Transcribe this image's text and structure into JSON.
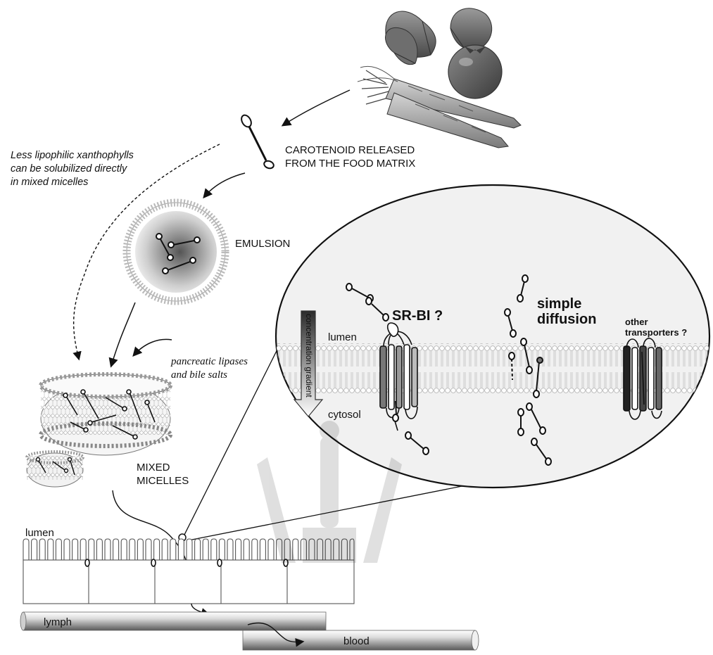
{
  "labels": {
    "carotenoid_released": [
      "CAROTENOID RELEASED",
      "FROM THE FOOD MATRIX"
    ],
    "xanthophyll_note": [
      "Less lipophilic xanthophylls",
      "can be solubilized directly",
      "in mixed micelles"
    ],
    "emulsion": "EMULSION",
    "enzymes": [
      "pancreatic lipases",
      "and bile salts"
    ],
    "mixed_micelles": [
      "MIXED",
      "MICELLES"
    ],
    "sr_bi": "SR-BI ?",
    "simple_diffusion": [
      "simple",
      "diffusion"
    ],
    "other_transporters": [
      "other",
      "transporters ?"
    ],
    "membrane_lumen": "lumen",
    "membrane_cytosol": "cytosol",
    "concentration_gradient": "concentration gradient",
    "intestine_lumen": "lumen",
    "lymph": "lymph",
    "blood": "blood"
  },
  "colors": {
    "ink": "#111111",
    "membrane_gray": "#bdbdbd",
    "zoom_fill": "#f2f2f2",
    "vessel_dark": "#555555",
    "vessel_light": "#f5f5f5",
    "produce_tomato": "#6f6f6f",
    "produce_carrot": "#9a9a9a"
  }
}
